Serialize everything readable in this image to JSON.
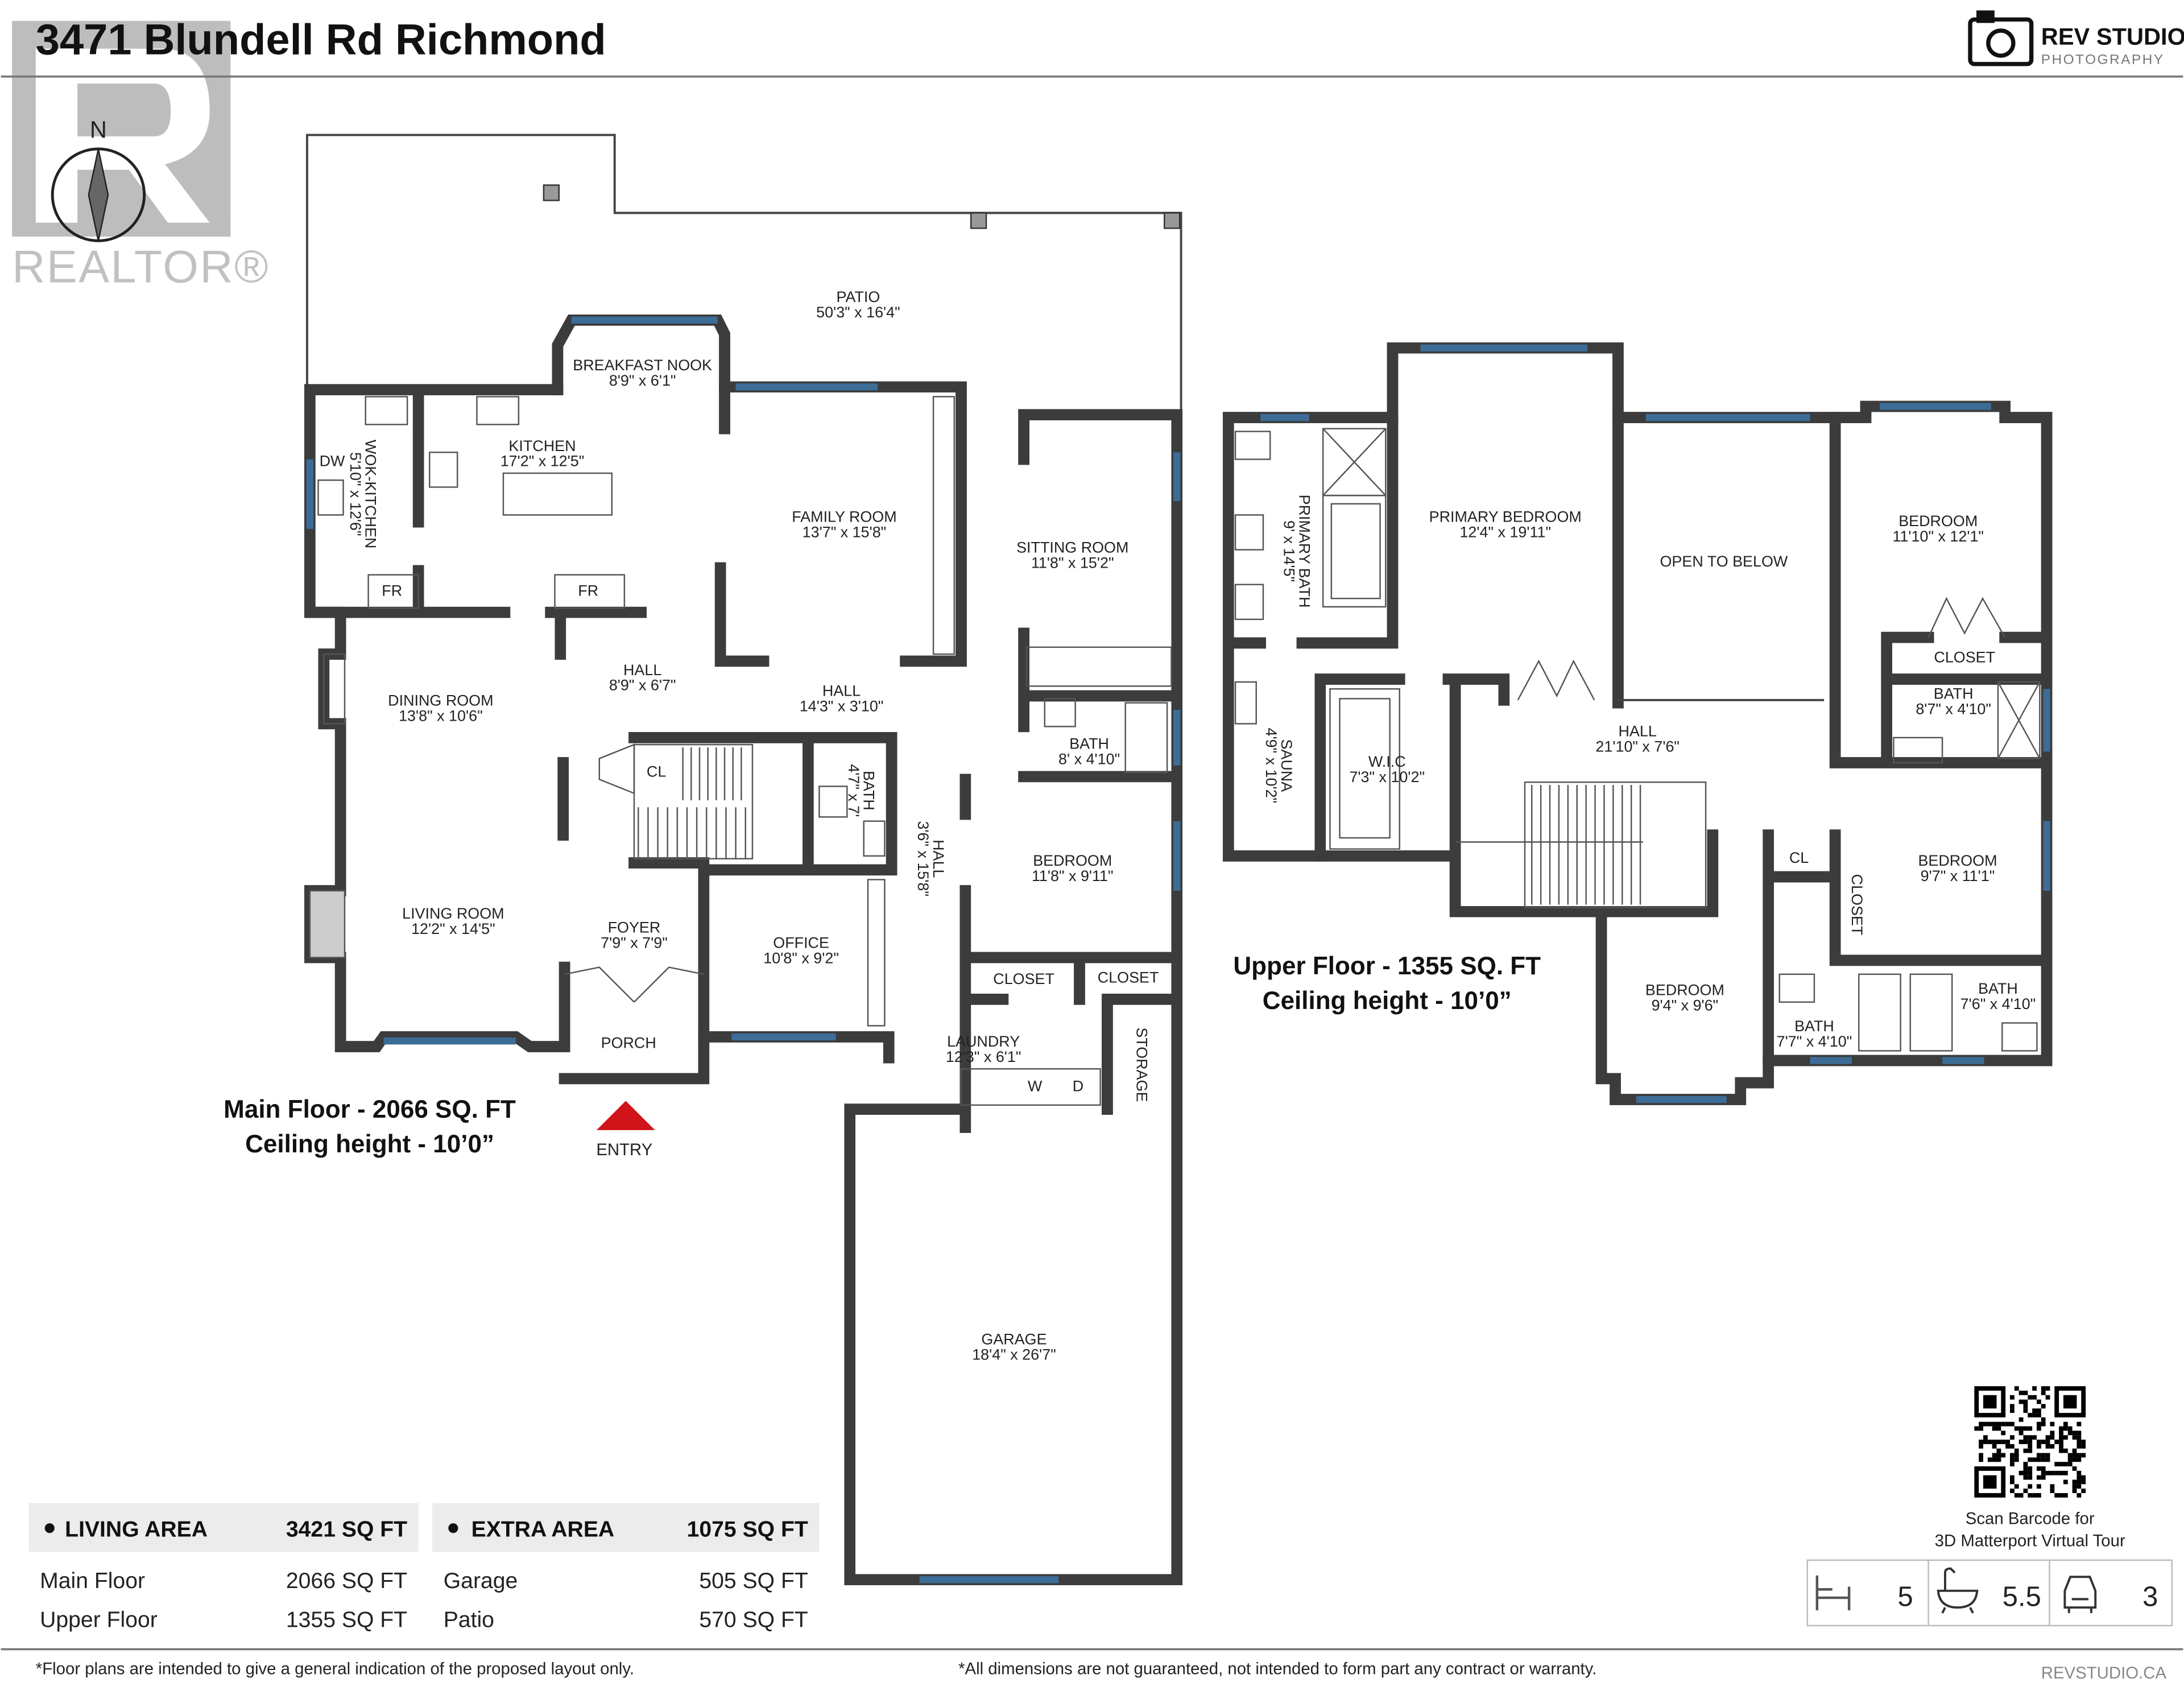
{
  "header": {
    "title": "3471 Blundell Rd Richmond",
    "brand": "REV STUDIO",
    "brand_sub": "PHOTOGRAPHY",
    "watermark": "REALTOR®",
    "compass_label": "N"
  },
  "main_floor": {
    "caption_line1": "Main Floor - 2066 SQ. FT",
    "caption_line2": "Ceiling height - 10’0”",
    "entry_label": "ENTRY",
    "rooms": [
      {
        "name": "PATIO",
        "dims": "50'3\" x 16'4\""
      },
      {
        "name": "BREAKFAST NOOK",
        "dims": "8'9\" x 6'1\""
      },
      {
        "name": "KITCHEN",
        "dims": "17'2\" x 12'5\""
      },
      {
        "name": "WOK-KITCHEN",
        "dims": "5'10\" x 12'6\""
      },
      {
        "name": "FAMILY ROOM",
        "dims": "13'7\" x 15'8\""
      },
      {
        "name": "SITTING ROOM",
        "dims": "11'8\" x 15'2\""
      },
      {
        "name": "DINING ROOM",
        "dims": "13'8\" x 10'6\""
      },
      {
        "name": "HALL",
        "dims": "8'9\" x 6'7\""
      },
      {
        "name": "HALL",
        "dims": "14'3\" x 3'10\""
      },
      {
        "name": "BATH",
        "dims": "8' x 4'10\""
      },
      {
        "name": "BATH",
        "dims": "4'7\" x 7'"
      },
      {
        "name": "HALL",
        "dims": "3'6\" x 15'8\""
      },
      {
        "name": "BEDROOM",
        "dims": "11'8\" x 9'11\""
      },
      {
        "name": "LIVING ROOM",
        "dims": "12'2\" x 14'5\""
      },
      {
        "name": "FOYER",
        "dims": "7'9\" x 7'9\""
      },
      {
        "name": "OFFICE",
        "dims": "10'8\" x 9'2\""
      },
      {
        "name": "LAUNDRY",
        "dims": "12'3\" x 6'1\""
      },
      {
        "name": "GARAGE",
        "dims": "18'4\" x 26'7\""
      }
    ],
    "tags": [
      "DW",
      "FR",
      "FR",
      "CL",
      "CLOSET",
      "CLOSET",
      "W",
      "D",
      "STORAGE",
      "PORCH"
    ]
  },
  "upper_floor": {
    "caption_line1": "Upper Floor - 1355 SQ. FT",
    "caption_line2": "Ceiling height - 10’0”",
    "rooms": [
      {
        "name": "PRIMARY BATH",
        "dims": "9' x 14'5\""
      },
      {
        "name": "PRIMARY BEDROOM",
        "dims": "12'4\" x 19'11\""
      },
      {
        "name": "OPEN TO BELOW",
        "dims": ""
      },
      {
        "name": "BEDROOM",
        "dims": "11'10\" x 12'1\""
      },
      {
        "name": "BATH",
        "dims": "8'7\" x 4'10\""
      },
      {
        "name": "HALL",
        "dims": "21'10\" x 7'6\""
      },
      {
        "name": "SAUNA",
        "dims": "4'9\" x 10'2\""
      },
      {
        "name": "W.I.C",
        "dims": "7'3\" x 10'2\""
      },
      {
        "name": "BEDROOM",
        "dims": "9'7\" x 11'1\""
      },
      {
        "name": "BEDROOM",
        "dims": "9'4\" x 9'6\""
      },
      {
        "name": "BATH",
        "dims": "7'7\" x 4'10\""
      },
      {
        "name": "BATH",
        "dims": "7'6\" x 4'10\""
      }
    ],
    "tags": [
      "CLOSET",
      "CL",
      "CLOSET"
    ]
  },
  "areas": {
    "living": {
      "label": "LIVING AREA",
      "total": "3421 SQ FT",
      "rows": [
        {
          "label": "Main Floor",
          "value": "2066 SQ FT"
        },
        {
          "label": "Upper Floor",
          "value": "1355 SQ FT"
        }
      ]
    },
    "extra": {
      "label": "EXTRA AREA",
      "total": "1075 SQ FT",
      "rows": [
        {
          "label": "Garage",
          "value": "505 SQ FT"
        },
        {
          "label": "Patio",
          "value": "570 SQ FT"
        }
      ]
    }
  },
  "qr": {
    "caption_line1": "Scan Barcode for",
    "caption_line2": "3D Matterport Virtual Tour"
  },
  "stats": [
    {
      "icon": "bed-icon",
      "value": "5"
    },
    {
      "icon": "bathtub-icon",
      "value": "5.5"
    },
    {
      "icon": "car-icon",
      "value": "3"
    }
  ],
  "footer": {
    "disclaimer_left": "*Floor plans are intended to give a general indication of the proposed layout only.",
    "disclaimer_right": "*All dimensions are not guaranteed, not intended to form part any contract or warranty.",
    "website": "REVSTUDIO.CA"
  },
  "colors": {
    "wall": "#9a9a9a",
    "window": "#3d6c96",
    "entry_arrow": "#d0141a",
    "table_header": "#ececec"
  }
}
